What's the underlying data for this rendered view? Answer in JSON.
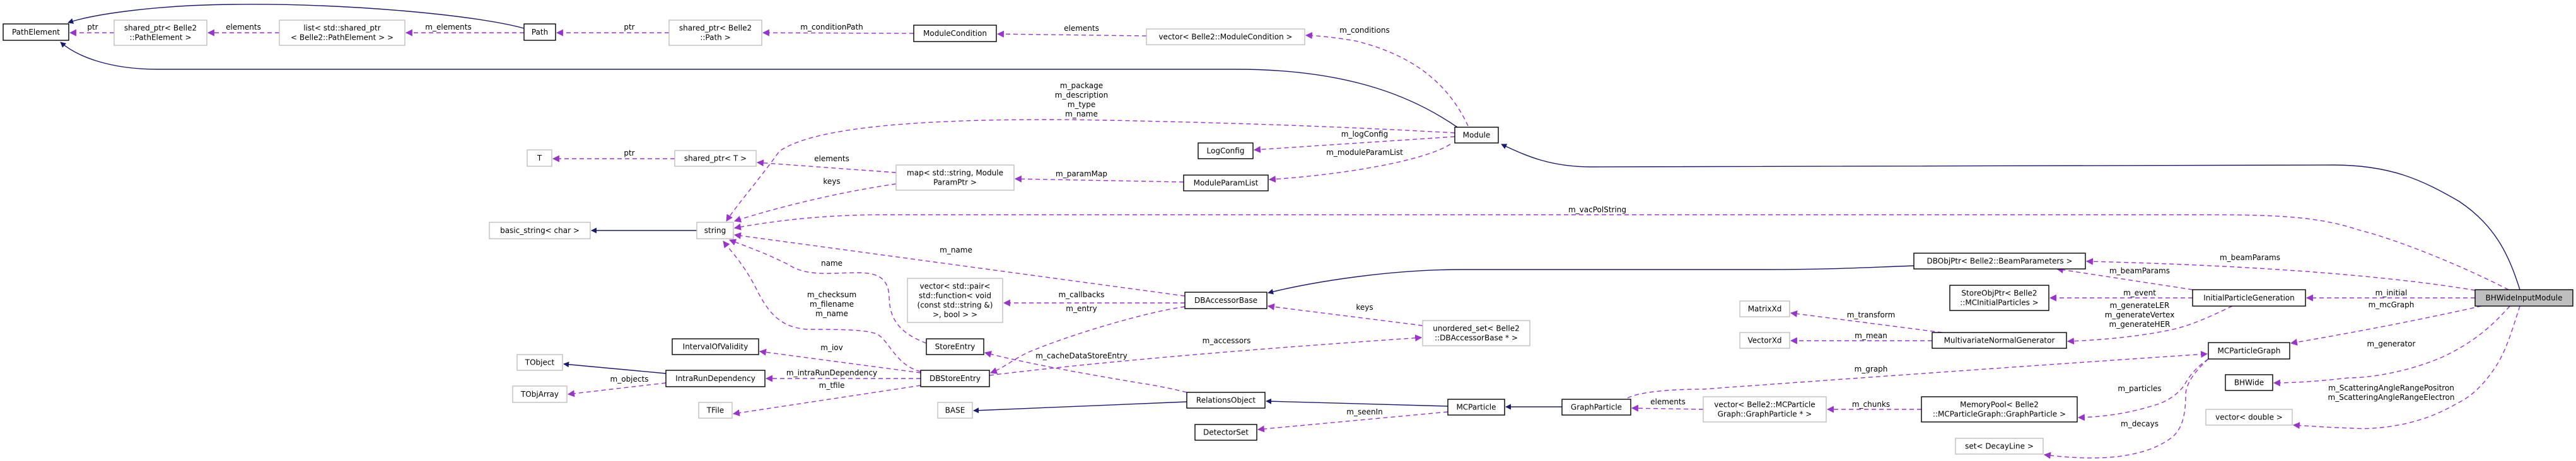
{
  "title": "BHWideInputModule collaboration diagram",
  "colors": {
    "inheritance": "#191970",
    "usage": "#9a32cd",
    "focus_fill": "#bfbfbf"
  },
  "nodes": {
    "path_element": "PathElement",
    "shared_ptr_pathelement": [
      "shared_ptr< Belle2",
      "::PathElement >"
    ],
    "list_shared_ptr": [
      "list< std::shared_ptr",
      "< Belle2::PathElement > >"
    ],
    "path": "Path",
    "shared_ptr_path": [
      "shared_ptr< Belle2",
      "::Path >"
    ],
    "module_condition": "ModuleCondition",
    "vector_module_condition": "vector< Belle2::ModuleCondition >",
    "module": "Module",
    "t": "T",
    "shared_ptr_t": "shared_ptr< T >",
    "map_param": [
      "map< std::string, Module",
      "ParamPtr >"
    ],
    "log_config": "LogConfig",
    "module_param_list": "ModuleParamList",
    "basic_string": "basic_string< char >",
    "string": "string",
    "vector_pair": [
      "vector< std::pair<",
      "std::function< void",
      "(const std::string &)",
      ">, bool > >"
    ],
    "db_accessor_base": "DBAccessorBase",
    "unordered_set": [
      "unordered_set< Belle2",
      "::DBAccessorBase * >"
    ],
    "interval_of_validity": "IntervalOfValidity",
    "store_entry": "StoreEntry",
    "tobject": "TObject",
    "intra_run_dependency": "IntraRunDependency",
    "db_store_entry": "DBStoreEntry",
    "tobjarray": "TObjArray",
    "tfile": "TFile",
    "base": "BASE",
    "relations_object": "RelationsObject",
    "detector_set": "DetectorSet",
    "mc_particle": "MCParticle",
    "graph_particle": "GraphParticle",
    "db_obj_ptr": "DBObjPtr< Belle2::BeamParameters >",
    "store_obj_ptr": [
      "StoreObjPtr< Belle2",
      "::MCInitialParticles >"
    ],
    "matrix_xd": "MatrixXd",
    "vector_xd": "VectorXd",
    "multivariate_normal_generator": "MultivariateNormalGenerator",
    "initial_particle_generation": "InitialParticleGeneration",
    "mc_particle_graph": "MCParticleGraph",
    "bhwide": "BHWide",
    "vector_double": "vector< double >",
    "vector_graph_particle": [
      "vector< Belle2::MCParticle",
      "Graph::GraphParticle * >"
    ],
    "memory_pool": [
      "MemoryPool< Belle2",
      "::MCParticleGraph::GraphParticle >"
    ],
    "set_decay_line": "set< DecayLine >",
    "bhwide_input_module": "BHWideInputModule"
  },
  "edge_labels": {
    "pe_ptr": "ptr",
    "list_elements": "elements",
    "path_m_elements": "m_elements",
    "path_ptr": "ptr",
    "m_condition_path": "m_conditionPath",
    "cond_elements": "elements",
    "m_conditions": "m_conditions",
    "module_strings": [
      "m_package",
      "m_description",
      "m_type",
      "m_name"
    ],
    "m_log_config": "m_logConfig",
    "m_module_param_list": "m_moduleParamList",
    "m_param_map": "m_paramMap",
    "map_elements": "elements",
    "map_keys": "keys",
    "t_ptr": "ptr",
    "m_vac_pol_string": "m_vacPolString",
    "dbacc_m_name": "m_name",
    "store_name": "name",
    "dbstore_strings": [
      "m_checksum",
      "m_filename",
      "m_name"
    ],
    "m_iov": "m_iov",
    "m_intra_run_dependency": "m_intraRunDependency",
    "m_tfile": "m_tfile",
    "m_objects": "m_objects",
    "m_callbacks": "m_callbacks",
    "m_entry": "m_entry",
    "m_cache_data_store_entry": "m_cacheDataStoreEntry",
    "m_accessors": "m_accessors",
    "uset_keys": "keys",
    "m_seen_in": "m_seenIn",
    "gp_elements": "elements",
    "m_chunks": "m_chunks",
    "m_graph": "m_graph",
    "m_particles": "m_particles",
    "m_decays": "m_decays",
    "ipg_m_beam_params": "m_beamParams",
    "m_event": "m_event",
    "m_generate": [
      "m_generateLER",
      "m_generateVertex",
      "m_generateHER"
    ],
    "m_transform": "m_transform",
    "m_mean": "m_mean",
    "bh_m_beam_params": "m_beamParams",
    "m_initial": "m_initial",
    "m_mc_graph": "m_mcGraph",
    "m_generator": "m_generator",
    "m_scattering": [
      "m_ScatteringAngleRangePositron",
      "m_ScatteringAngleRangeElectron"
    ]
  }
}
